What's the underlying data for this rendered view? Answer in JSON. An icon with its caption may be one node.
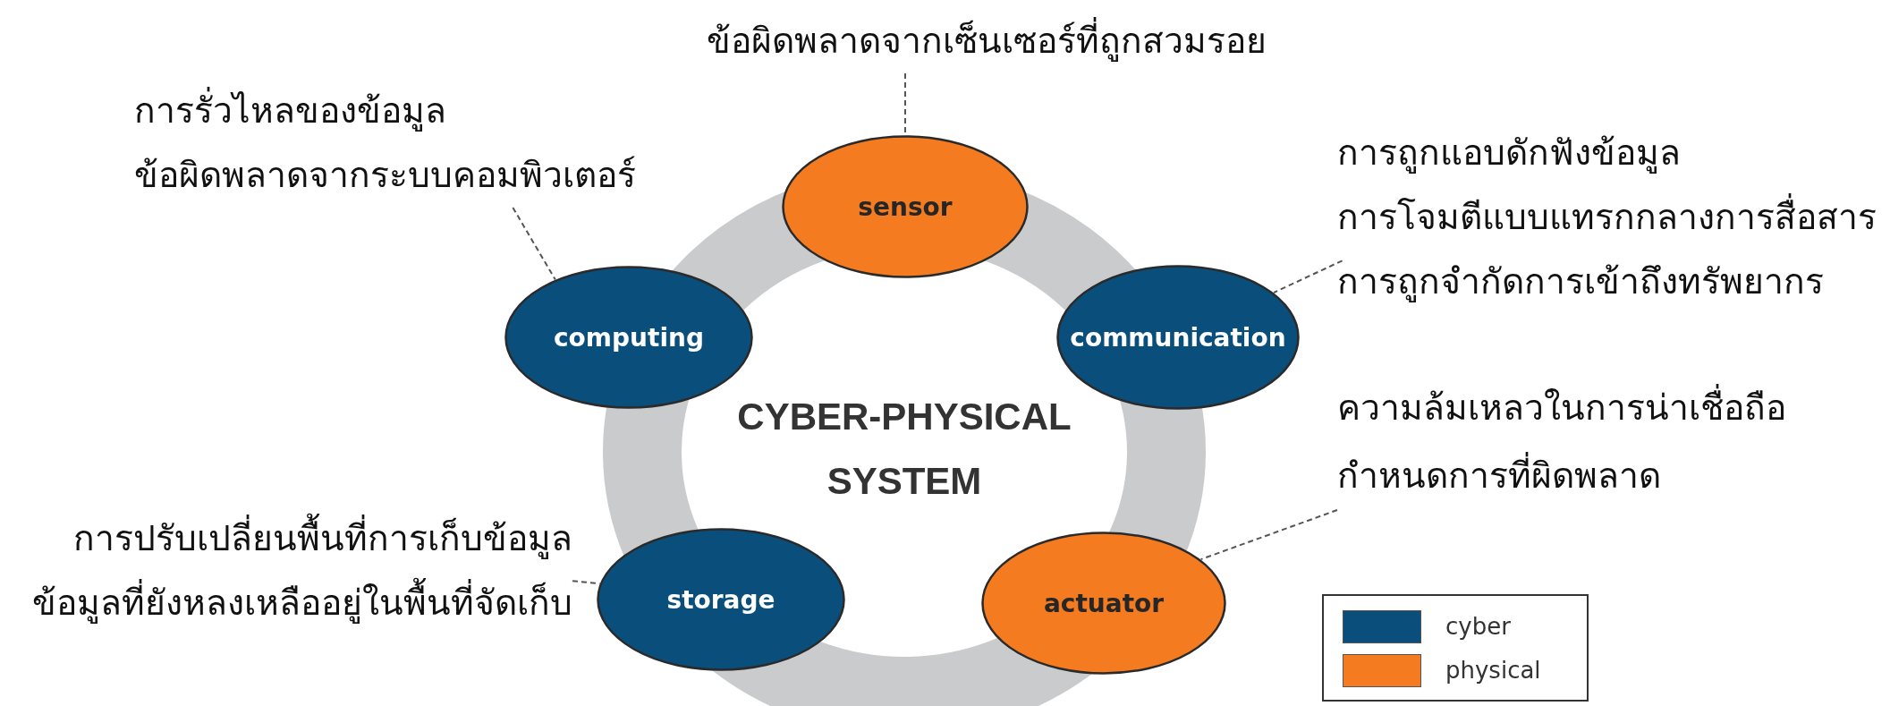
{
  "diagram": {
    "nodes": [
      {
        "text": [
          "ข้อผิดพลาดจากเซ็นเซอร์ที่ถูกสวมรอย"
        ]
      },
      {
        "text": [
          "sensor"
        ]
      },
      {
        "text": [
          "การรั่วไหลของข้อมูล",
          "ข้อผิดพลาดจากระบบคอมพิวเตอร์"
        ]
      },
      {
        "text": [
          "computing"
        ]
      },
      {
        "text": [
          "การถูกแอบดักฟังข้อมูล",
          "การโจมตีแบบแทรกกลางการสื่อสาร",
          "การถูกจำกัดการเข้าถึงทรัพยากร"
        ]
      },
      {
        "text": [
          "communication"
        ]
      },
      {
        "text": [
          "ความล้มเหลวในการน่าเชื่อถือ",
          "กำหนดการที่ผิดพลาด"
        ]
      },
      {
        "text": [
          "actuator"
        ]
      },
      {
        "text": [
          "การปรับเปลี่ยนพื้นที่การเก็บข้อมูล",
          "ข้อมูลที่ยังหลงเหลืออยู่ในพื้นที่จัดเก็บ"
        ]
      },
      {
        "text": [
          "storage"
        ]
      }
    ],
    "edges": [
      {
        "from": 0,
        "to": 1,
        "arrow": "none",
        "style": "dashed"
      },
      {
        "from": 2,
        "to": 3,
        "arrow": "none",
        "style": "dashed"
      },
      {
        "from": 4,
        "to": 5,
        "arrow": "none",
        "style": "dashed"
      },
      {
        "from": 6,
        "to": 7,
        "arrow": "none",
        "style": "dashed"
      },
      {
        "from": 8,
        "to": 9,
        "arrow": "none",
        "style": "dashed"
      }
    ],
    "labels": [
      "CYBER-PHYSICAL SYSTEM"
    ],
    "legend": [
      {
        "text": "cyber",
        "color": "#0a4f7c"
      },
      {
        "text": "physical",
        "color": "#f47b20"
      }
    ]
  }
}
